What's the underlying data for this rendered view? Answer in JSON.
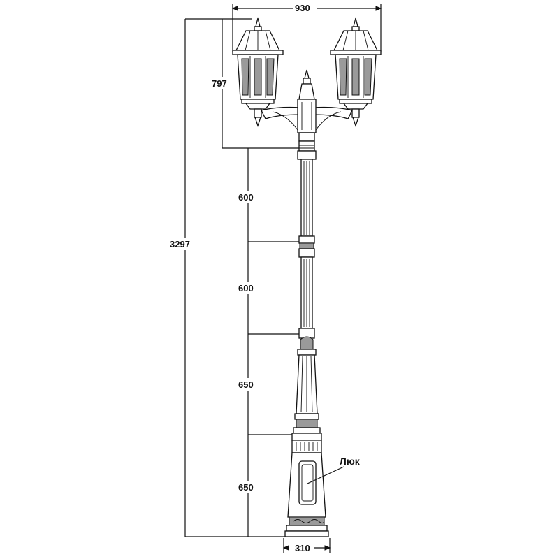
{
  "dimensions": {
    "top_width": "930",
    "lantern_height": "797",
    "total_height": "3297",
    "segment_1": "600",
    "segment_2": "600",
    "segment_3": "650",
    "segment_4": "650",
    "base_width": "310"
  },
  "labels": {
    "hatch": "Люк"
  },
  "colors": {
    "ink": "#111111",
    "accent_fill": "#9a9a9a",
    "background": "#ffffff"
  }
}
